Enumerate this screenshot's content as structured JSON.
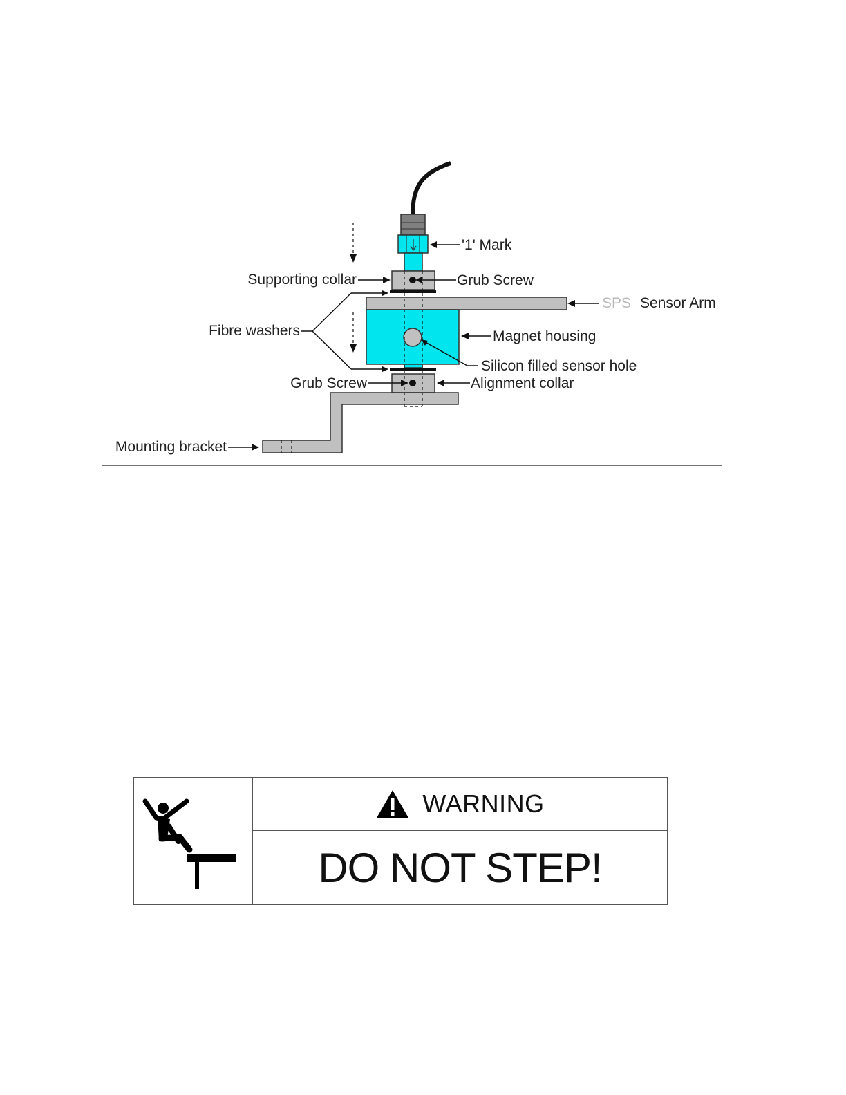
{
  "diagram": {
    "labels": {
      "one_mark": "'1' Mark",
      "supporting_collar": "Supporting collar",
      "grub_screw_top": "Grub Screw",
      "sps": "SPS",
      "sensor_arm": "Sensor Arm",
      "fibre_washers": "Fibre washers",
      "magnet_housing": "Magnet housing",
      "silicon_hole": "Silicon filled sensor hole",
      "grub_screw_bottom": "Grub Screw",
      "alignment_collar": "Alignment collar",
      "mounting_bracket": "Mounting bracket"
    },
    "colors": {
      "sensor_body": "#00e5ee",
      "metal_parts": "#c0c0c0",
      "sps_text": "#b8b8b8"
    }
  },
  "warning_sign": {
    "header": "WARNING",
    "message": "DO NOT STEP!",
    "icons": [
      "falling-person-icon",
      "warning-triangle-icon"
    ]
  }
}
